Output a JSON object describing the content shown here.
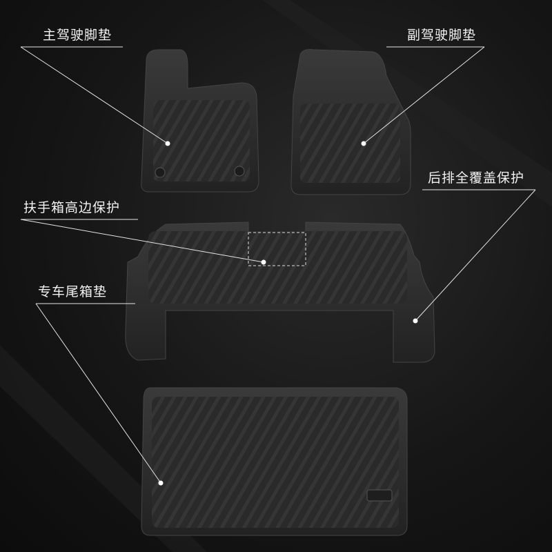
{
  "labels": {
    "driver_mat": "主驾驶脚垫",
    "passenger_mat": "副驾驶脚垫",
    "rear_full_cover": "后排全覆盖保护",
    "armrest_high_edge": "扶手箱高边保护",
    "trunk_mat": "专车尾箱垫"
  },
  "colors": {
    "background": "#141414",
    "mat": "#2b2b2b",
    "label_text": "#f2f2f2",
    "leader_line": "#e6e6e6"
  }
}
